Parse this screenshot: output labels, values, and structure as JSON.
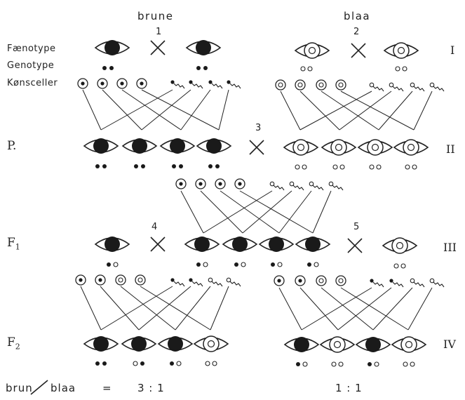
{
  "headers": {
    "left": "brune",
    "right": "blaa"
  },
  "row_labels": {
    "phenotype": "Fænotype",
    "genotype": "Genotype",
    "gametes": "Kønsceller"
  },
  "generation_labels": {
    "p": "P.",
    "f1": "F",
    "f1_sub": "1",
    "f2": "F",
    "f2_sub": "2"
  },
  "roman": [
    "I",
    "II",
    "III",
    "IV"
  ],
  "cross_numbers": [
    "1",
    "2",
    "3",
    "4",
    "5"
  ],
  "genotypes": {
    "g1_left": "●●",
    "g1_right": "○○",
    "p_left": [
      "●●",
      "●●",
      "●●",
      "●●"
    ],
    "p_right": [
      "○○",
      "○○",
      "○○",
      "○○"
    ],
    "f1_left_single": "●○",
    "f1_mid": [
      "●○",
      "●○",
      "●○",
      "●○"
    ],
    "f1_right_single": "○○",
    "f2_left": [
      "●●",
      "○●",
      "●○",
      "○○"
    ],
    "f2_right": [
      "●○",
      "○○",
      "●○",
      "○○"
    ]
  },
  "ratio": {
    "label_a": "brun",
    "label_b": "blaa",
    "equals": "=",
    "left": "3 : 1",
    "right": "1 : 1"
  },
  "symbols": {
    "cross": "×",
    "eye_brown": "brown-eye-icon",
    "eye_blue": "blue-eye-icon",
    "gamete": "gamete-cell-icon",
    "sperm": "sperm-icon"
  },
  "colors": {
    "ink": "#222222",
    "iris_dark": "#1a1a1a"
  }
}
